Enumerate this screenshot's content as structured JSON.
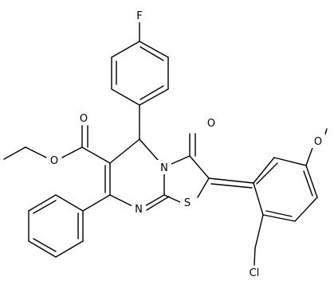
{
  "atoms": {
    "fluorine": "F",
    "carbonyl_oxygen_ring": "O",
    "ester_carbonyl_oxygen": "O",
    "ester_ether_oxygen": "O",
    "ring_nitrogen_bridge": "N",
    "ring_nitrogen_pyrimidine": "N",
    "thiazole_sulfur": "S",
    "methoxy_oxygen": "O",
    "chlorine": "Cl"
  },
  "colors": {
    "bond": "#000000",
    "label": "#000000",
    "background": "#ffffff"
  }
}
